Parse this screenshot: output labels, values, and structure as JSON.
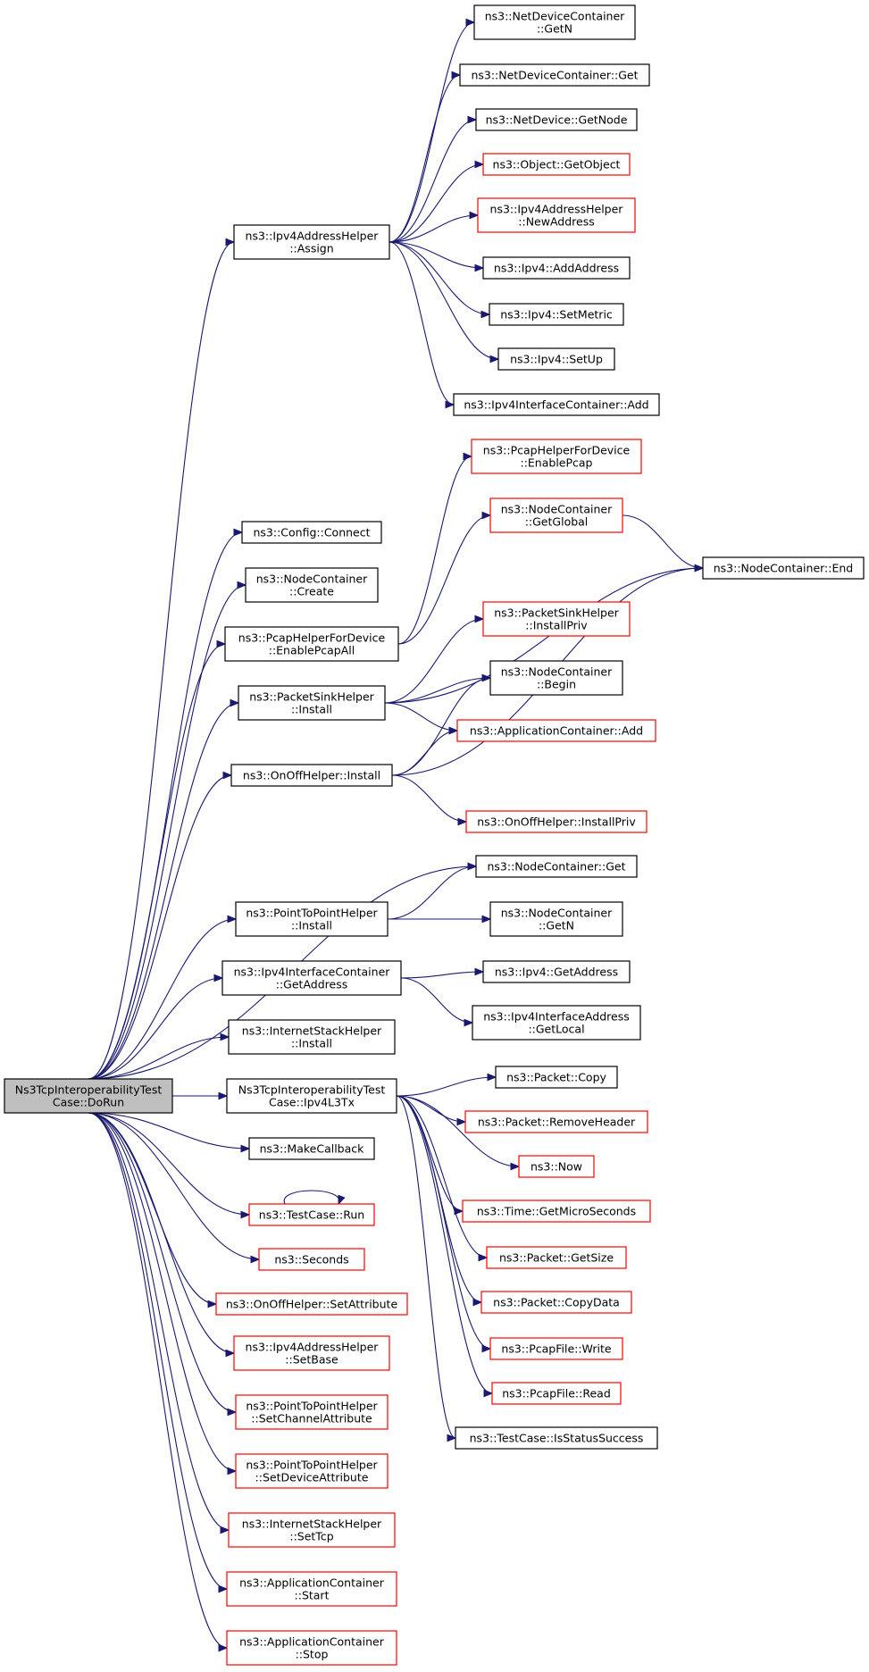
{
  "diagram": {
    "type": "call-graph",
    "colors": {
      "edge": "#191970",
      "root_fill": "#bfbfbf",
      "documented_border": "#000000",
      "undocumented_border": "#ff0000",
      "node_fill": "#ffffff"
    },
    "nodes": [
      {
        "id": "root",
        "lines": [
          "Ns3TcpInteroperabilityTest",
          "Case::DoRun"
        ],
        "style": "root"
      },
      {
        "id": "ipv4addrhelper-assign",
        "lines": [
          "ns3::Ipv4AddressHelper",
          "::Assign"
        ],
        "style": "black"
      },
      {
        "id": "config-connect",
        "lines": [
          "ns3::Config::Connect"
        ],
        "style": "black"
      },
      {
        "id": "nodecontainer-create",
        "lines": [
          "ns3::NodeContainer",
          "::Create"
        ],
        "style": "black"
      },
      {
        "id": "pcaphelper-enablepcapall",
        "lines": [
          "ns3::PcapHelperForDevice",
          "::EnablePcapAll"
        ],
        "style": "black"
      },
      {
        "id": "packetsinkhelper-install",
        "lines": [
          "ns3::PacketSinkHelper",
          "::Install"
        ],
        "style": "black"
      },
      {
        "id": "onoffhelper-install",
        "lines": [
          "ns3::OnOffHelper::Install"
        ],
        "style": "black"
      },
      {
        "id": "p2phelper-install",
        "lines": [
          "ns3::PointToPointHelper",
          "::Install"
        ],
        "style": "black"
      },
      {
        "id": "ipv4ifcontainer-getaddress",
        "lines": [
          "ns3::Ipv4InterfaceContainer",
          "::GetAddress"
        ],
        "style": "black"
      },
      {
        "id": "internetstack-install",
        "lines": [
          "ns3::InternetStackHelper",
          "::Install"
        ],
        "style": "black"
      },
      {
        "id": "ipv4l3tx",
        "lines": [
          "Ns3TcpInteroperabilityTest",
          "Case::Ipv4L3Tx"
        ],
        "style": "black"
      },
      {
        "id": "makecallback",
        "lines": [
          "ns3::MakeCallback"
        ],
        "style": "black"
      },
      {
        "id": "testcase-run",
        "lines": [
          "ns3::TestCase::Run"
        ],
        "style": "red"
      },
      {
        "id": "seconds",
        "lines": [
          "ns3::Seconds"
        ],
        "style": "red"
      },
      {
        "id": "onoff-setattribute",
        "lines": [
          "ns3::OnOffHelper::SetAttribute"
        ],
        "style": "red"
      },
      {
        "id": "ipv4addrhelper-setbase",
        "lines": [
          "ns3::Ipv4AddressHelper",
          "::SetBase"
        ],
        "style": "red"
      },
      {
        "id": "p2p-setchannelattribute",
        "lines": [
          "ns3::PointToPointHelper",
          "::SetChannelAttribute"
        ],
        "style": "red"
      },
      {
        "id": "p2p-setdeviceattribute",
        "lines": [
          "ns3::PointToPointHelper",
          "::SetDeviceAttribute"
        ],
        "style": "red"
      },
      {
        "id": "internetstack-settcp",
        "lines": [
          "ns3::InternetStackHelper",
          "::SetTcp"
        ],
        "style": "red"
      },
      {
        "id": "appcontainer-start",
        "lines": [
          "ns3::ApplicationContainer",
          "::Start"
        ],
        "style": "red"
      },
      {
        "id": "appcontainer-stop",
        "lines": [
          "ns3::ApplicationContainer",
          "::Stop"
        ],
        "style": "red"
      },
      {
        "id": "netdevcontainer-getn",
        "lines": [
          "ns3::NetDeviceContainer",
          "::GetN"
        ],
        "style": "black"
      },
      {
        "id": "netdevcontainer-get",
        "lines": [
          "ns3::NetDeviceContainer::Get"
        ],
        "style": "black"
      },
      {
        "id": "netdevice-getnode",
        "lines": [
          "ns3::NetDevice::GetNode"
        ],
        "style": "black"
      },
      {
        "id": "object-getobject",
        "lines": [
          "ns3::Object::GetObject"
        ],
        "style": "red"
      },
      {
        "id": "ipv4addrhelper-newaddress",
        "lines": [
          "ns3::Ipv4AddressHelper",
          "::NewAddress"
        ],
        "style": "red"
      },
      {
        "id": "ipv4-addaddress",
        "lines": [
          "ns3::Ipv4::AddAddress"
        ],
        "style": "black"
      },
      {
        "id": "ipv4-setmetric",
        "lines": [
          "ns3::Ipv4::SetMetric"
        ],
        "style": "black"
      },
      {
        "id": "ipv4-setup",
        "lines": [
          "ns3::Ipv4::SetUp"
        ],
        "style": "black"
      },
      {
        "id": "ipv4ifcontainer-add",
        "lines": [
          "ns3::Ipv4InterfaceContainer::Add"
        ],
        "style": "black"
      },
      {
        "id": "pcaphelper-enablepcap",
        "lines": [
          "ns3::PcapHelperForDevice",
          "::EnablePcap"
        ],
        "style": "red"
      },
      {
        "id": "nodecontainer-getglobal",
        "lines": [
          "ns3::NodeContainer",
          "::GetGlobal"
        ],
        "style": "red"
      },
      {
        "id": "nodecontainer-end",
        "lines": [
          "ns3::NodeContainer::End"
        ],
        "style": "black"
      },
      {
        "id": "packetsinkhelper-installpriv",
        "lines": [
          "ns3::PacketSinkHelper",
          "::InstallPriv"
        ],
        "style": "red"
      },
      {
        "id": "nodecontainer-begin",
        "lines": [
          "ns3::NodeContainer",
          "::Begin"
        ],
        "style": "black"
      },
      {
        "id": "appcontainer-add",
        "lines": [
          "ns3::ApplicationContainer::Add"
        ],
        "style": "red"
      },
      {
        "id": "onoffhelper-installpriv",
        "lines": [
          "ns3::OnOffHelper::InstallPriv"
        ],
        "style": "red"
      },
      {
        "id": "nodecontainer-get",
        "lines": [
          "ns3::NodeContainer::Get"
        ],
        "style": "black"
      },
      {
        "id": "nodecontainer-getn",
        "lines": [
          "ns3::NodeContainer",
          "::GetN"
        ],
        "style": "black"
      },
      {
        "id": "ipv4-getaddress",
        "lines": [
          "ns3::Ipv4::GetAddress"
        ],
        "style": "black"
      },
      {
        "id": "ipv4ifaddress-getlocal",
        "lines": [
          "ns3::Ipv4InterfaceAddress",
          "::GetLocal"
        ],
        "style": "black"
      },
      {
        "id": "packet-copy",
        "lines": [
          "ns3::Packet::Copy"
        ],
        "style": "black"
      },
      {
        "id": "packet-removeheader",
        "lines": [
          "ns3::Packet::RemoveHeader"
        ],
        "style": "red"
      },
      {
        "id": "now",
        "lines": [
          "ns3::Now"
        ],
        "style": "red"
      },
      {
        "id": "time-getmicroseconds",
        "lines": [
          "ns3::Time::GetMicroSeconds"
        ],
        "style": "red"
      },
      {
        "id": "packet-getsize",
        "lines": [
          "ns3::Packet::GetSize"
        ],
        "style": "red"
      },
      {
        "id": "packet-copydata",
        "lines": [
          "ns3::Packet::CopyData"
        ],
        "style": "red"
      },
      {
        "id": "pcapfile-write",
        "lines": [
          "ns3::PcapFile::Write"
        ],
        "style": "red"
      },
      {
        "id": "pcapfile-read",
        "lines": [
          "ns3::PcapFile::Read"
        ],
        "style": "red"
      },
      {
        "id": "testcase-isstatussuccess",
        "lines": [
          "ns3::TestCase::IsStatusSuccess"
        ],
        "style": "black"
      }
    ],
    "edges": [
      [
        "root",
        "ipv4addrhelper-assign"
      ],
      [
        "root",
        "config-connect"
      ],
      [
        "root",
        "nodecontainer-create"
      ],
      [
        "root",
        "pcaphelper-enablepcapall"
      ],
      [
        "root",
        "packetsinkhelper-install"
      ],
      [
        "root",
        "onoffhelper-install"
      ],
      [
        "root",
        "nodecontainer-get"
      ],
      [
        "root",
        "p2phelper-install"
      ],
      [
        "root",
        "ipv4ifcontainer-getaddress"
      ],
      [
        "root",
        "internetstack-install"
      ],
      [
        "root",
        "ipv4l3tx"
      ],
      [
        "root",
        "makecallback"
      ],
      [
        "root",
        "testcase-run"
      ],
      [
        "root",
        "seconds"
      ],
      [
        "root",
        "onoff-setattribute"
      ],
      [
        "root",
        "ipv4addrhelper-setbase"
      ],
      [
        "root",
        "p2p-setchannelattribute"
      ],
      [
        "root",
        "p2p-setdeviceattribute"
      ],
      [
        "root",
        "internetstack-settcp"
      ],
      [
        "root",
        "appcontainer-start"
      ],
      [
        "root",
        "appcontainer-stop"
      ],
      [
        "ipv4addrhelper-assign",
        "netdevcontainer-getn"
      ],
      [
        "ipv4addrhelper-assign",
        "netdevcontainer-get"
      ],
      [
        "ipv4addrhelper-assign",
        "netdevice-getnode"
      ],
      [
        "ipv4addrhelper-assign",
        "object-getobject"
      ],
      [
        "ipv4addrhelper-assign",
        "ipv4addrhelper-newaddress"
      ],
      [
        "ipv4addrhelper-assign",
        "ipv4-addaddress"
      ],
      [
        "ipv4addrhelper-assign",
        "ipv4-setmetric"
      ],
      [
        "ipv4addrhelper-assign",
        "ipv4-setup"
      ],
      [
        "ipv4addrhelper-assign",
        "ipv4ifcontainer-add"
      ],
      [
        "pcaphelper-enablepcapall",
        "pcaphelper-enablepcap"
      ],
      [
        "pcaphelper-enablepcapall",
        "nodecontainer-getglobal"
      ],
      [
        "nodecontainer-getglobal",
        "nodecontainer-end"
      ],
      [
        "packetsinkhelper-install",
        "packetsinkhelper-installpriv"
      ],
      [
        "packetsinkhelper-install",
        "nodecontainer-begin"
      ],
      [
        "packetsinkhelper-install",
        "nodecontainer-end"
      ],
      [
        "packetsinkhelper-install",
        "appcontainer-add"
      ],
      [
        "onoffhelper-install",
        "nodecontainer-begin"
      ],
      [
        "onoffhelper-install",
        "appcontainer-add"
      ],
      [
        "onoffhelper-install",
        "nodecontainer-end"
      ],
      [
        "onoffhelper-install",
        "onoffhelper-installpriv"
      ],
      [
        "p2phelper-install",
        "nodecontainer-get"
      ],
      [
        "p2phelper-install",
        "nodecontainer-getn"
      ],
      [
        "ipv4ifcontainer-getaddress",
        "ipv4-getaddress"
      ],
      [
        "ipv4ifcontainer-getaddress",
        "ipv4ifaddress-getlocal"
      ],
      [
        "ipv4l3tx",
        "packet-copy"
      ],
      [
        "ipv4l3tx",
        "packet-removeheader"
      ],
      [
        "ipv4l3tx",
        "now"
      ],
      [
        "ipv4l3tx",
        "time-getmicroseconds"
      ],
      [
        "ipv4l3tx",
        "packet-getsize"
      ],
      [
        "ipv4l3tx",
        "packet-copydata"
      ],
      [
        "ipv4l3tx",
        "pcapfile-write"
      ],
      [
        "ipv4l3tx",
        "pcapfile-read"
      ],
      [
        "ipv4l3tx",
        "testcase-isstatussuccess"
      ],
      [
        "testcase-run",
        "testcase-run"
      ]
    ]
  }
}
